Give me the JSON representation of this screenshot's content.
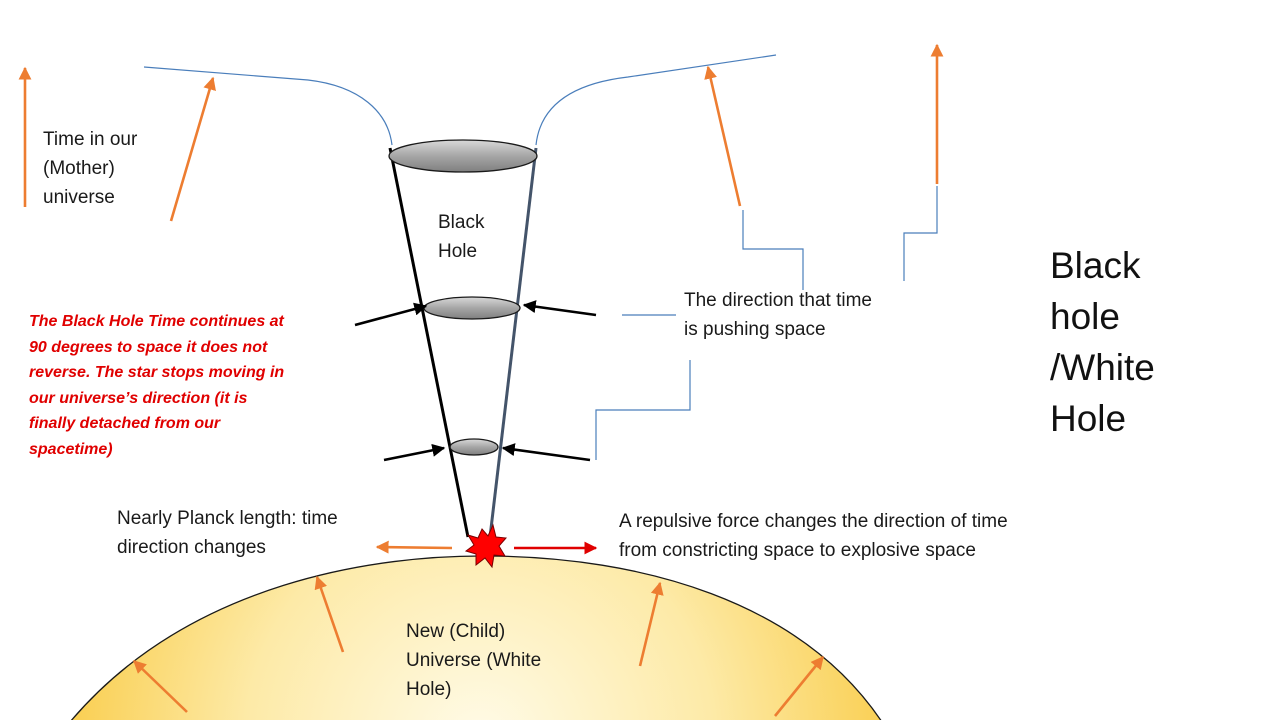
{
  "labels": {
    "mother_time": [
      "Time in our",
      "(Mother)",
      "universe"
    ],
    "black_hole": [
      "Black",
      "Hole"
    ],
    "time_direction": [
      "The direction that time",
      "is pushing space"
    ],
    "title": [
      "Black",
      "hole",
      "/White",
      "Hole"
    ],
    "note": [
      "The Black Hole Time continues at",
      "90 degrees  to space it does not",
      "reverse.  The star stops moving in",
      "our universe’s direction  (it is",
      "finally detached from our",
      "spacetime)"
    ],
    "planck": [
      "Nearly Planck length: time",
      "direction changes"
    ],
    "repulsive": [
      "A repulsive force changes the direction of time",
      "from constricting space to explosive space"
    ],
    "child": [
      "New  (Child)",
      "Universe (White",
      "Hole)"
    ]
  },
  "colors": {
    "orange_arrow": "#ed7d31",
    "red_arrow": "#e00000",
    "blue_line": "#4a7ebb",
    "black_arrow": "#000000",
    "disk_fill": "#a6a6a6",
    "burst": "#ff0000",
    "child_core": "#fffbe8",
    "child_edge": "#f7be1d"
  },
  "icons": [
    "explosion-burst-icon"
  ]
}
